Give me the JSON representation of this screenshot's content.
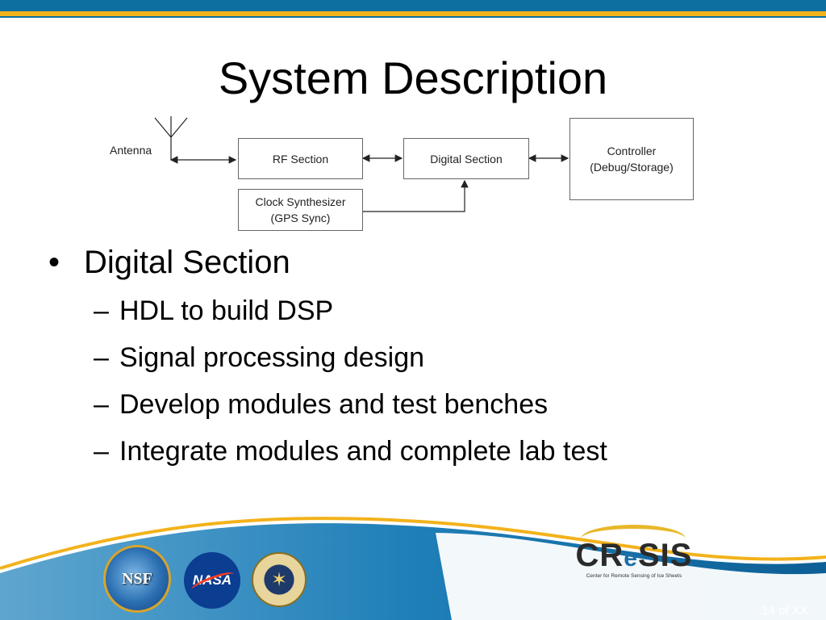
{
  "slide": {
    "title": "System Description",
    "page_label": "14 of XX"
  },
  "diagram": {
    "antenna_label": "Antenna",
    "rf_section": "RF Section",
    "digital_section": "Digital Section",
    "controller": "Controller\n(Debug/Storage)",
    "clock": "Clock Synthesizer\n(GPS Sync)"
  },
  "bullets": {
    "main": "Digital Section",
    "subs": [
      "HDL to build DSP",
      "Signal processing design",
      "Develop modules and test benches",
      "Integrate modules and complete lab test"
    ]
  },
  "footer": {
    "nsf_text": "NSF",
    "nasa_text": "NASA",
    "cresis_c": "CR",
    "cresis_e": "e",
    "cresis_s": "SIS",
    "cresis_subtitle": "Center for Remote Sensing of Ice Sheets"
  },
  "colors": {
    "brand_blue": "#0d6fa0",
    "brand_gold": "#f2b21b"
  }
}
